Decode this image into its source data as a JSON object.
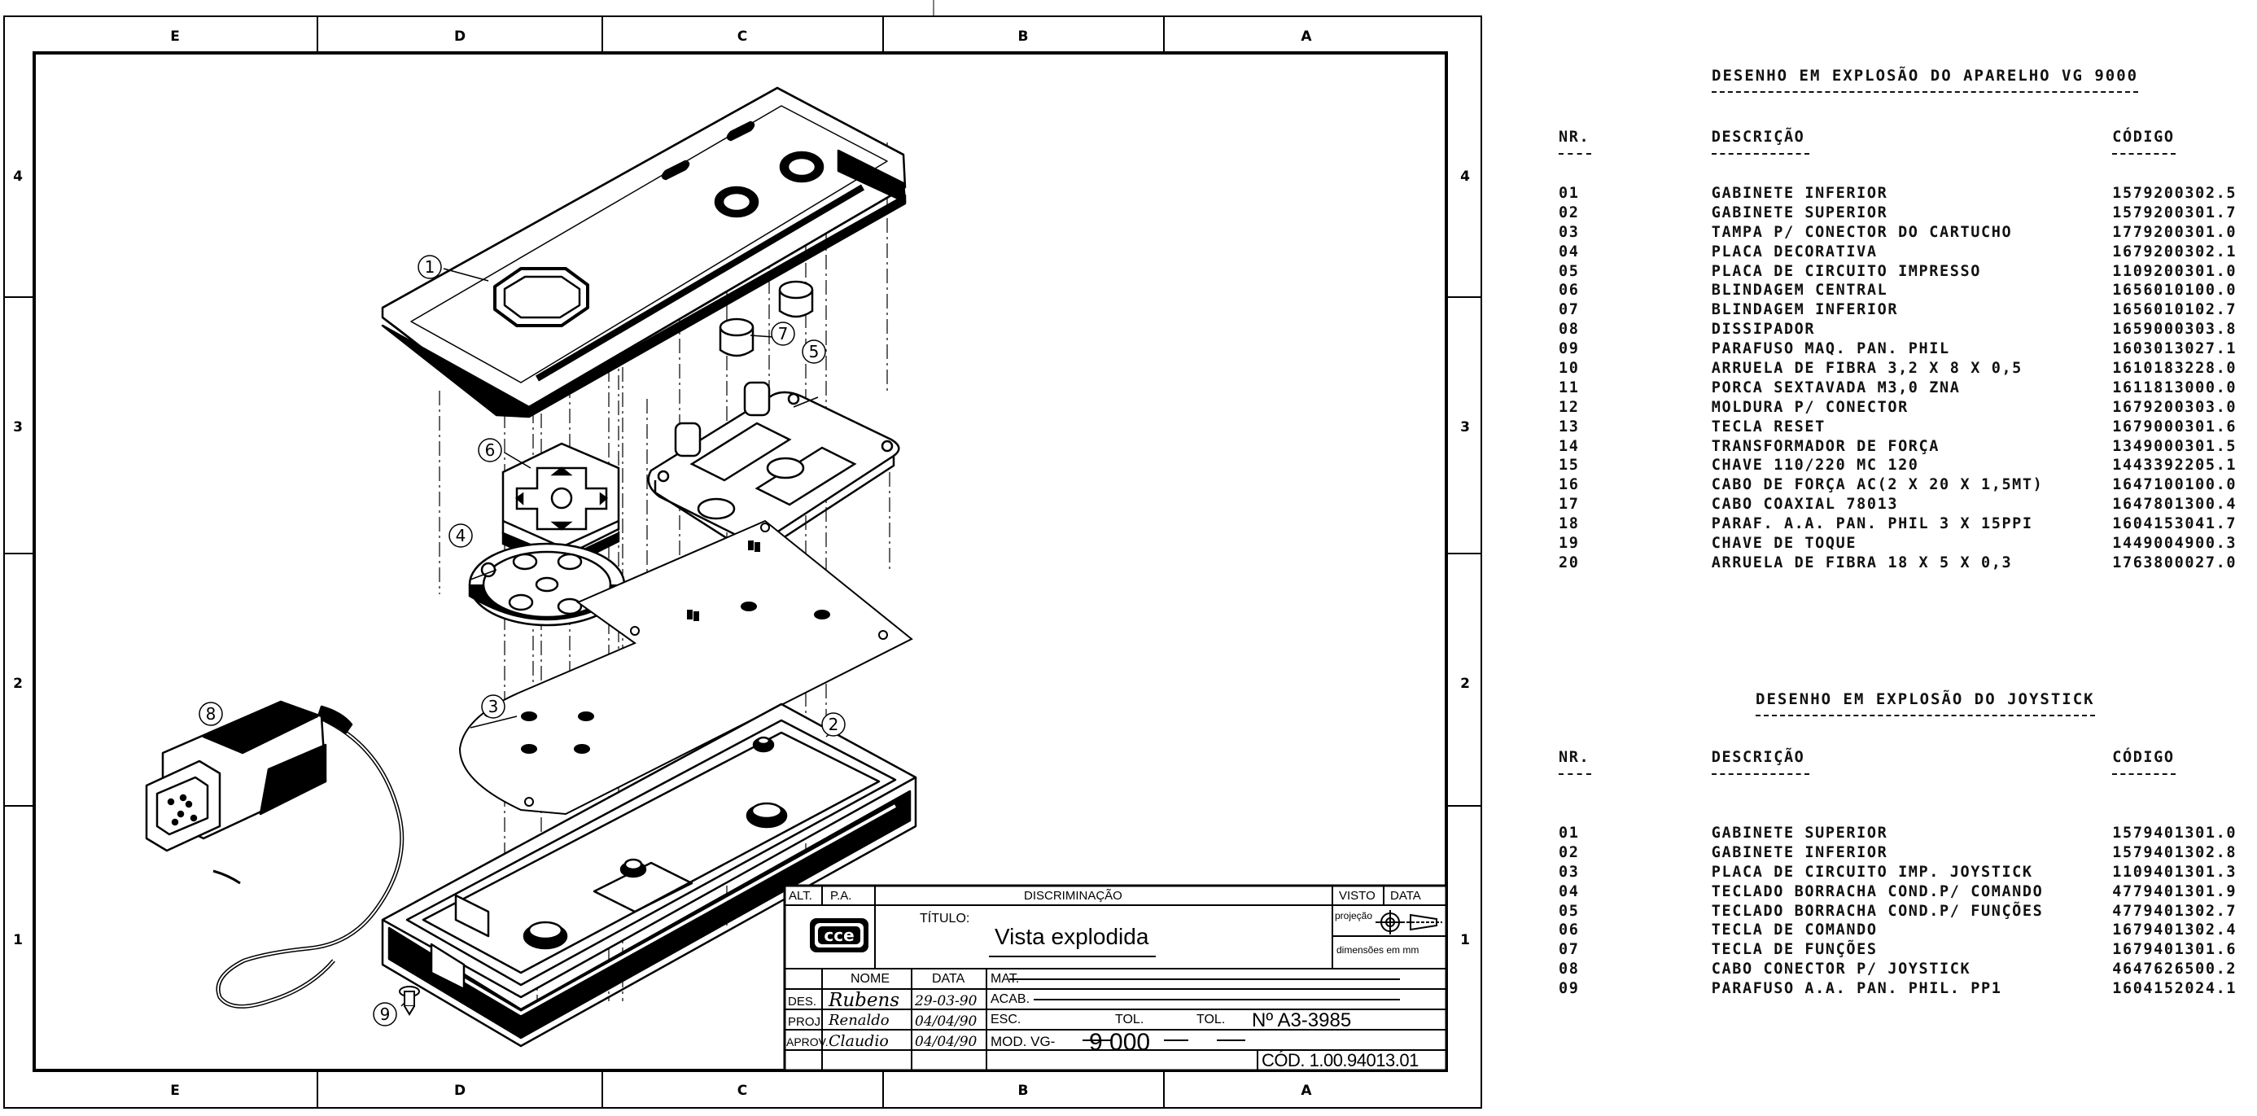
{
  "sheet": {
    "zones_top": [
      "E",
      "D",
      "C",
      "B",
      "A"
    ],
    "zones_side": [
      "4",
      "3",
      "2",
      "1"
    ]
  },
  "callouts": [
    "1",
    "2",
    "3",
    "4",
    "5",
    "6",
    "7",
    "8",
    "9"
  ],
  "title_block": {
    "alt": "ALT.",
    "pa": "P.A.",
    "discriminacao": "DISCRIMINAÇÃO",
    "visto": "VISTO",
    "data": "DATA",
    "logo": "cce",
    "titulo_label": "TÍTULO:",
    "titulo_value": "Vista explodida",
    "projecao": "projeção",
    "dimensoes": "dimensões em mm",
    "nome_header": "NOME",
    "data_header": "DATA",
    "mat": "MAT.",
    "acab": "ACAB.",
    "esc": "ESC.",
    "tol1": "TOL.",
    "tol2": "TOL.",
    "numero": "Nº A3-3985",
    "mod_label": "MOD. VG-",
    "mod_value": "9 000",
    "cod": "CÓD. 1.00.94013.01",
    "rows": [
      {
        "role": "DES.",
        "name": "Rubens",
        "date": "29-03-90"
      },
      {
        "role": "PROJ.",
        "name": "Renaldo",
        "date": "04/04/90"
      },
      {
        "role": "APROV.",
        "name": "Claudio",
        "date": "04/04/90"
      }
    ]
  },
  "list_console": {
    "title": "DESENHO EM EXPLOSÃO DO APARELHO VG 9000",
    "col_nr": "NR.",
    "col_desc": "DESCRIÇÃO",
    "col_cod": "CÓDIGO",
    "items": [
      {
        "nr": "01",
        "desc": "GABINETE INFERIOR",
        "cod": "1579200302.5"
      },
      {
        "nr": "02",
        "desc": "GABINETE SUPERIOR",
        "cod": "1579200301.7"
      },
      {
        "nr": "03",
        "desc": "TAMPA P/ CONECTOR DO CARTUCHO",
        "cod": "1779200301.0"
      },
      {
        "nr": "04",
        "desc": "PLACA DECORATIVA",
        "cod": "1679200302.1"
      },
      {
        "nr": "05",
        "desc": "PLACA DE CIRCUITO IMPRESSO",
        "cod": "1109200301.0"
      },
      {
        "nr": "06",
        "desc": "BLINDAGEM CENTRAL",
        "cod": "1656010100.0"
      },
      {
        "nr": "07",
        "desc": "BLINDAGEM INFERIOR",
        "cod": "1656010102.7"
      },
      {
        "nr": "08",
        "desc": "DISSIPADOR",
        "cod": "1659000303.8"
      },
      {
        "nr": "09",
        "desc": "PARAFUSO MAQ. PAN. PHIL",
        "cod": "1603013027.1"
      },
      {
        "nr": "10",
        "desc": "ARRUELA DE FIBRA 3,2 X 8 X 0,5",
        "cod": "1610183228.0"
      },
      {
        "nr": "11",
        "desc": "PORCA SEXTAVADA M3,0 ZNA",
        "cod": "1611813000.0"
      },
      {
        "nr": "12",
        "desc": "MOLDURA P/ CONECTOR",
        "cod": "1679200303.0"
      },
      {
        "nr": "13",
        "desc": "TECLA RESET",
        "cod": "1679000301.6"
      },
      {
        "nr": "14",
        "desc": "TRANSFORMADOR DE FORÇA",
        "cod": "1349000301.5"
      },
      {
        "nr": "15",
        "desc": "CHAVE 110/220 MC 120",
        "cod": "1443392205.1"
      },
      {
        "nr": "16",
        "desc": "CABO DE FORÇA AC(2 X 20 X 1,5MT)",
        "cod": "1647100100.0"
      },
      {
        "nr": "17",
        "desc": "CABO COAXIAL 78013",
        "cod": "1647801300.4"
      },
      {
        "nr": "18",
        "desc": "PARAF. A.A. PAN. PHIL 3 X 15PPI",
        "cod": "1604153041.7"
      },
      {
        "nr": "19",
        "desc": "CHAVE DE TOQUE",
        "cod": "1449004900.3"
      },
      {
        "nr": "20",
        "desc": "ARRUELA DE FIBRA 18 X 5 X 0,3",
        "cod": "1763800027.0"
      }
    ]
  },
  "list_joystick": {
    "title": "DESENHO EM EXPLOSÃO DO JOYSTICK",
    "col_nr": "NR.",
    "col_desc": "DESCRIÇÃO",
    "col_cod": "CÓDIGO",
    "items": [
      {
        "nr": "01",
        "desc": "GABINETE SUPERIOR",
        "cod": "1579401301.0"
      },
      {
        "nr": "02",
        "desc": "GABINETE INFERIOR",
        "cod": "1579401302.8"
      },
      {
        "nr": "03",
        "desc": "PLACA DE CIRCUITO IMP. JOYSTICK",
        "cod": "1109401301.3"
      },
      {
        "nr": "04",
        "desc": "TECLADO BORRACHA COND.P/ COMANDO",
        "cod": "4779401301.9"
      },
      {
        "nr": "05",
        "desc": "TECLADO BORRACHA COND.P/ FUNÇÕES",
        "cod": "4779401302.7"
      },
      {
        "nr": "06",
        "desc": "TECLA DE COMANDO",
        "cod": "1679401302.4"
      },
      {
        "nr": "07",
        "desc": "TECLA DE FUNÇÕES",
        "cod": "1679401301.6"
      },
      {
        "nr": "08",
        "desc": "CABO CONECTOR P/ JOYSTICK",
        "cod": "4647626500.2"
      },
      {
        "nr": "09",
        "desc": "PARAFUSO A.A. PAN. PHIL. PP1",
        "cod": "1604152024.1"
      }
    ]
  }
}
